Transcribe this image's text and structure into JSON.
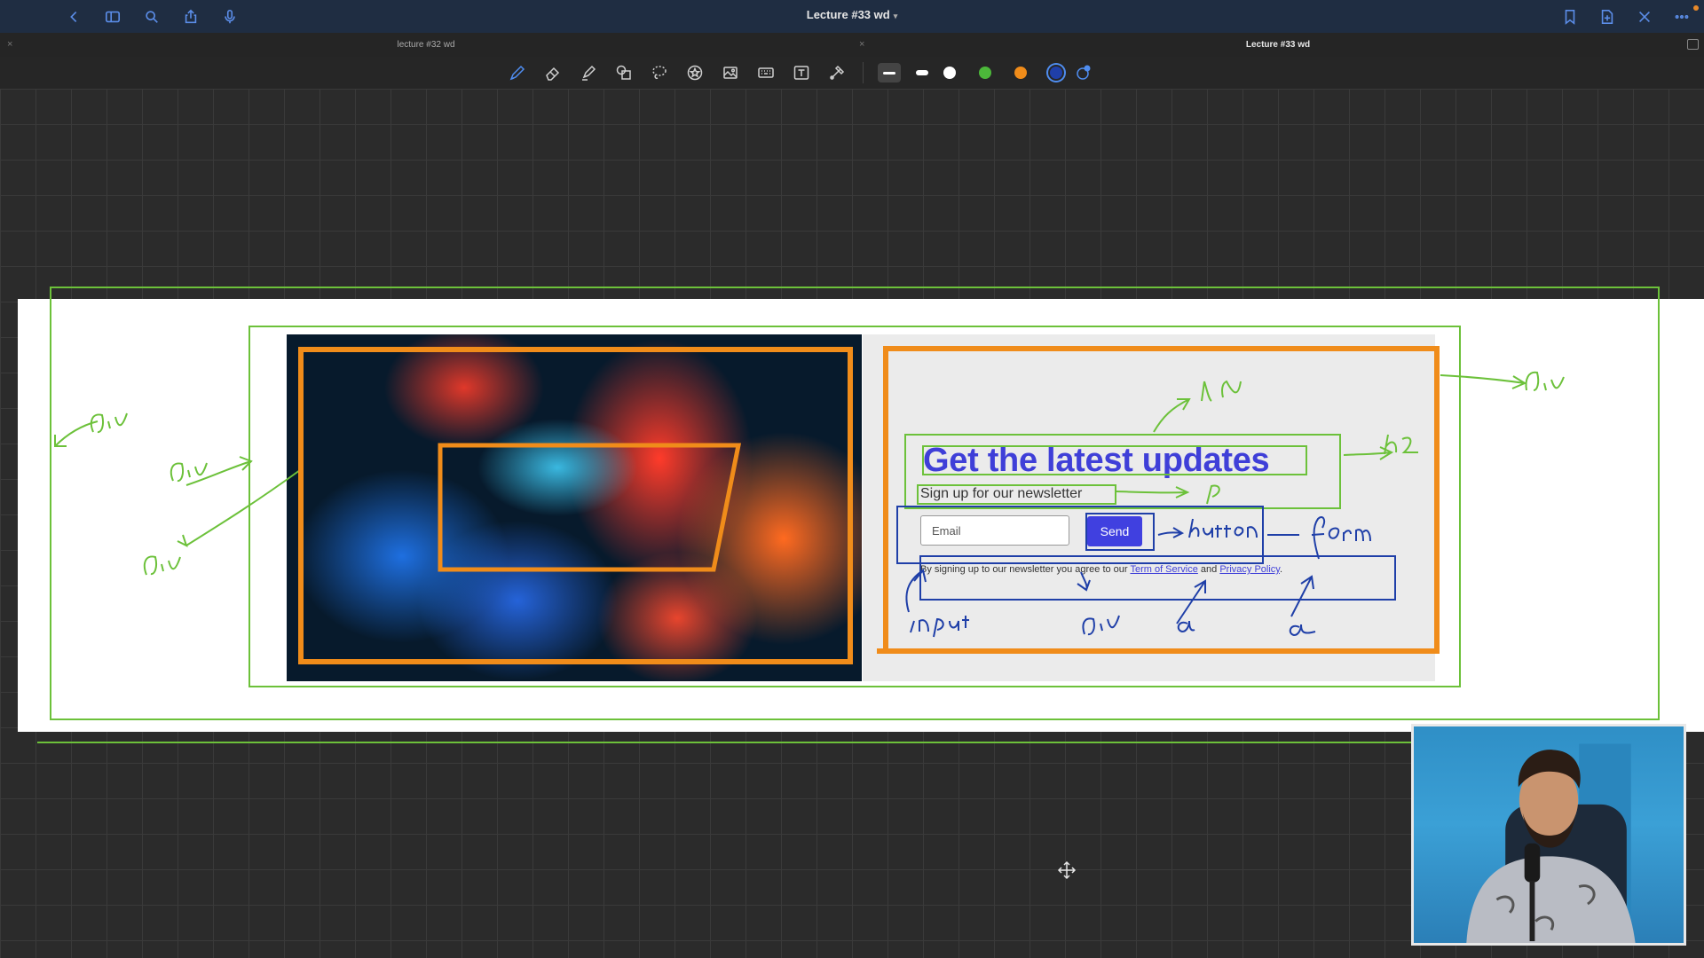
{
  "titlebar": {
    "document_title": "Lecture #33 wd",
    "left_icons": [
      "back-icon",
      "sidebar-icon",
      "search-icon",
      "share-icon",
      "microphone-icon"
    ],
    "right_icons": [
      "bookmark-icon",
      "add-page-icon",
      "close-icon",
      "more-icon"
    ]
  },
  "tabs": [
    {
      "label": "lecture #32 wd",
      "active": false
    },
    {
      "label": "Lecture #33 wd",
      "active": true
    }
  ],
  "toolbar": {
    "tools": [
      "pen-icon",
      "eraser-icon",
      "highlighter-icon",
      "shapes-icon",
      "lasso-icon",
      "sticker-icon",
      "image-icon",
      "keyboard-icon",
      "text-icon",
      "laser-pointer-icon"
    ],
    "selected_tool": "pen-icon",
    "colors": [
      "#ffffff",
      "#4cb83a",
      "#f08c1a",
      "#1f3fa8"
    ],
    "selected_color": "#1f3fa8"
  },
  "slide": {
    "card": {
      "title": "Get the latest updates",
      "subtitle": "Sign up for our newsletter",
      "email_placeholder": "Email",
      "send_label": "Send",
      "legal_prefix": "By signing up to our newsletter you agree to our ",
      "terms_link": "Term of Service",
      "legal_and": " and ",
      "privacy_link": "Privacy Policy",
      "legal_suffix": "."
    }
  },
  "annotations": {
    "green_labels": [
      "div",
      "div",
      "div",
      "div",
      "div",
      "h2",
      "p"
    ],
    "blue_labels": [
      "button",
      "form",
      "input",
      "div",
      "a",
      "a"
    ],
    "annotation_colors": {
      "green": "#6cc13a",
      "orange": "#f08c1a",
      "blue": "#1f3fa8"
    }
  },
  "webcam": {
    "description_icon": "presenter-video"
  }
}
